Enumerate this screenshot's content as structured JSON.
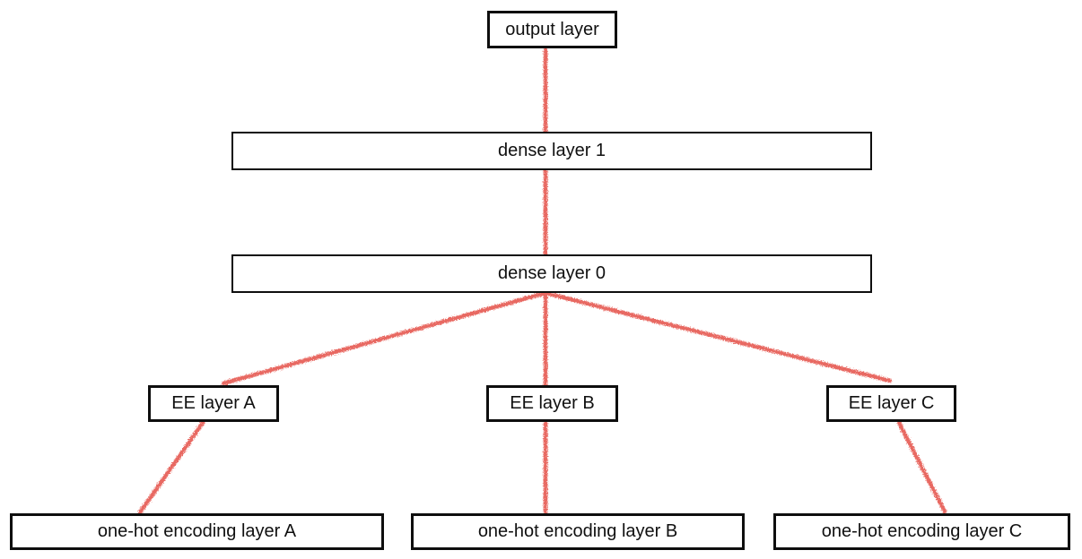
{
  "diagram": {
    "nodes": [
      {
        "id": "output-layer",
        "label": "output layer"
      },
      {
        "id": "dense-layer-1",
        "label": "dense layer 1"
      },
      {
        "id": "dense-layer-0",
        "label": "dense layer 0"
      },
      {
        "id": "ee-layer-a",
        "label": "EE layer A"
      },
      {
        "id": "ee-layer-b",
        "label": "EE layer B"
      },
      {
        "id": "ee-layer-c",
        "label": "EE layer C"
      },
      {
        "id": "one-hot-encoding-layer-a",
        "label": "one-hot encoding layer A"
      },
      {
        "id": "one-hot-encoding-layer-b",
        "label": "one-hot encoding layer B"
      },
      {
        "id": "one-hot-encoding-layer-c",
        "label": "one-hot encoding layer C"
      }
    ],
    "edges": [
      {
        "from": "output-layer",
        "to": "dense-layer-1"
      },
      {
        "from": "dense-layer-1",
        "to": "dense-layer-0"
      },
      {
        "from": "dense-layer-0",
        "to": "ee-layer-a"
      },
      {
        "from": "dense-layer-0",
        "to": "ee-layer-b"
      },
      {
        "from": "dense-layer-0",
        "to": "ee-layer-c"
      },
      {
        "from": "ee-layer-a",
        "to": "one-hot-encoding-layer-a"
      },
      {
        "from": "ee-layer-b",
        "to": "one-hot-encoding-layer-b"
      },
      {
        "from": "ee-layer-c",
        "to": "one-hot-encoding-layer-c"
      }
    ],
    "colors": {
      "edge": "#e8635c",
      "node_border": "#0e0e0e",
      "node_fill": "#ffffff",
      "text": "#101010",
      "background": "#ffffff"
    }
  }
}
